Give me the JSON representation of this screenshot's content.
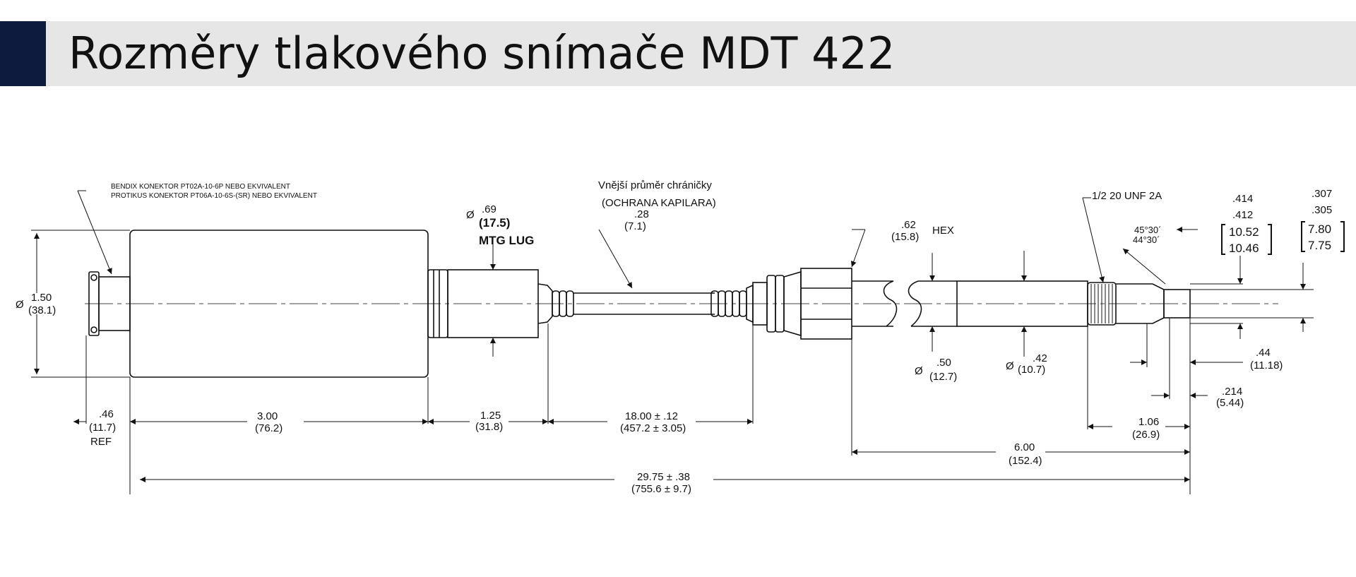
{
  "page": {
    "title": "Rozměry tlakového snímače MDT 422",
    "accent_color": "#0d1b3e",
    "header_bg": "#e6e6e6"
  },
  "notes": {
    "connector_1": "BENDIX KONEKTOR PT02A-10-6P NEBO EKVIVALENT",
    "connector_2": "PROTIKUS KONEKTOR PT06A-10-6S-(SR) NEBO EKVIVALENT",
    "sheath_1": "Vnější průměr chráničky",
    "sheath_2": "(OCHRANA KAPILARA)",
    "thread": "1/2 20 UNF 2A",
    "hex": "HEX",
    "mtg_lug": "MTG LUG",
    "ref": "REF",
    "angle_1": "45°30´",
    "angle_2": "44°30´"
  },
  "dims": {
    "dia_150": {
      "sym": "Ø",
      "in": "1.50",
      "mm": "(38.1)"
    },
    "dia_069": {
      "sym": "Ø",
      "in": ".69",
      "mm": "(17.5)"
    },
    "dia_028": {
      "in": ".28",
      "mm": "(7.1)"
    },
    "hex_062": {
      "in": ".62",
      "mm": "(15.8)"
    },
    "dia_050": {
      "sym": "Ø",
      "in": ".50",
      "mm": "(12.7)"
    },
    "dia_042": {
      "sym": "Ø",
      "in": ".42",
      "mm": "(10.7)"
    },
    "ref_046": {
      "in": ".46",
      "mm": "(11.7)"
    },
    "len_300": {
      "in": "3.00",
      "mm": "(76.2)"
    },
    "len_125": {
      "in": "1.25",
      "mm": "(31.8)"
    },
    "len_1800": {
      "in": "18.00 ± .12",
      "mm": "(457.2 ± 3.05)"
    },
    "len_600": {
      "in": "6.00",
      "mm": "(152.4)"
    },
    "len_2975": {
      "in": "29.75 ± .38",
      "mm": "(755.6 ± 9.7)"
    },
    "len_106": {
      "in": "1.06",
      "mm": "(26.9)"
    },
    "len_044": {
      "in": ".44",
      "mm": "(11.18)"
    },
    "len_214": {
      "in": ".214",
      "mm": "(5.44)"
    },
    "tip_414": {
      "in_a": ".414",
      "in_b": ".412",
      "mm_a": "10.52",
      "mm_b": "10.46"
    },
    "tip_307": {
      "in_a": ".307",
      "in_b": ".305",
      "mm_a": "7.80",
      "mm_b": "7.75"
    }
  }
}
